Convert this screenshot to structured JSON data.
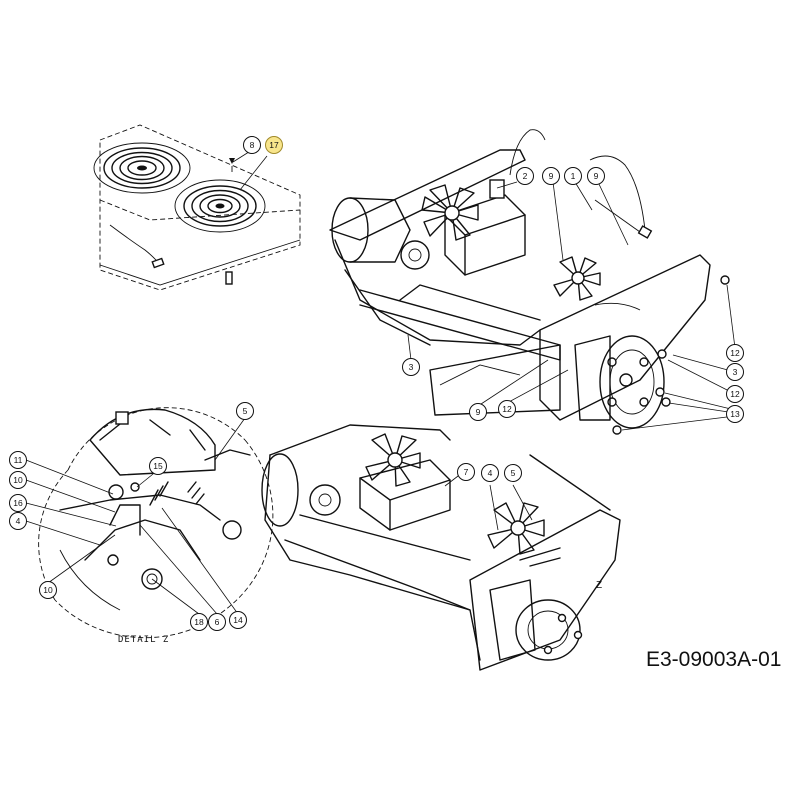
{
  "drawing_code": "E3-09003A-01",
  "detail_label": "DETAIL Z",
  "view_marker": "Z",
  "callouts": {
    "c8": "8",
    "c17": "17",
    "c2": "2",
    "c9a": "9",
    "c1": "1",
    "c9b": "9",
    "c3a": "3",
    "c12a": "12",
    "c3b": "3",
    "c12b": "12",
    "c13": "13",
    "c9c": "9",
    "c12c": "12",
    "c5a": "5",
    "c11": "11",
    "c10a": "10",
    "c15": "15",
    "c16": "16",
    "c4a": "4",
    "c10b": "10",
    "c18": "18",
    "c6": "6",
    "c14": "14",
    "c7": "7",
    "c4b": "4",
    "c5b": "5"
  },
  "highlight_color": "#f8e58c"
}
